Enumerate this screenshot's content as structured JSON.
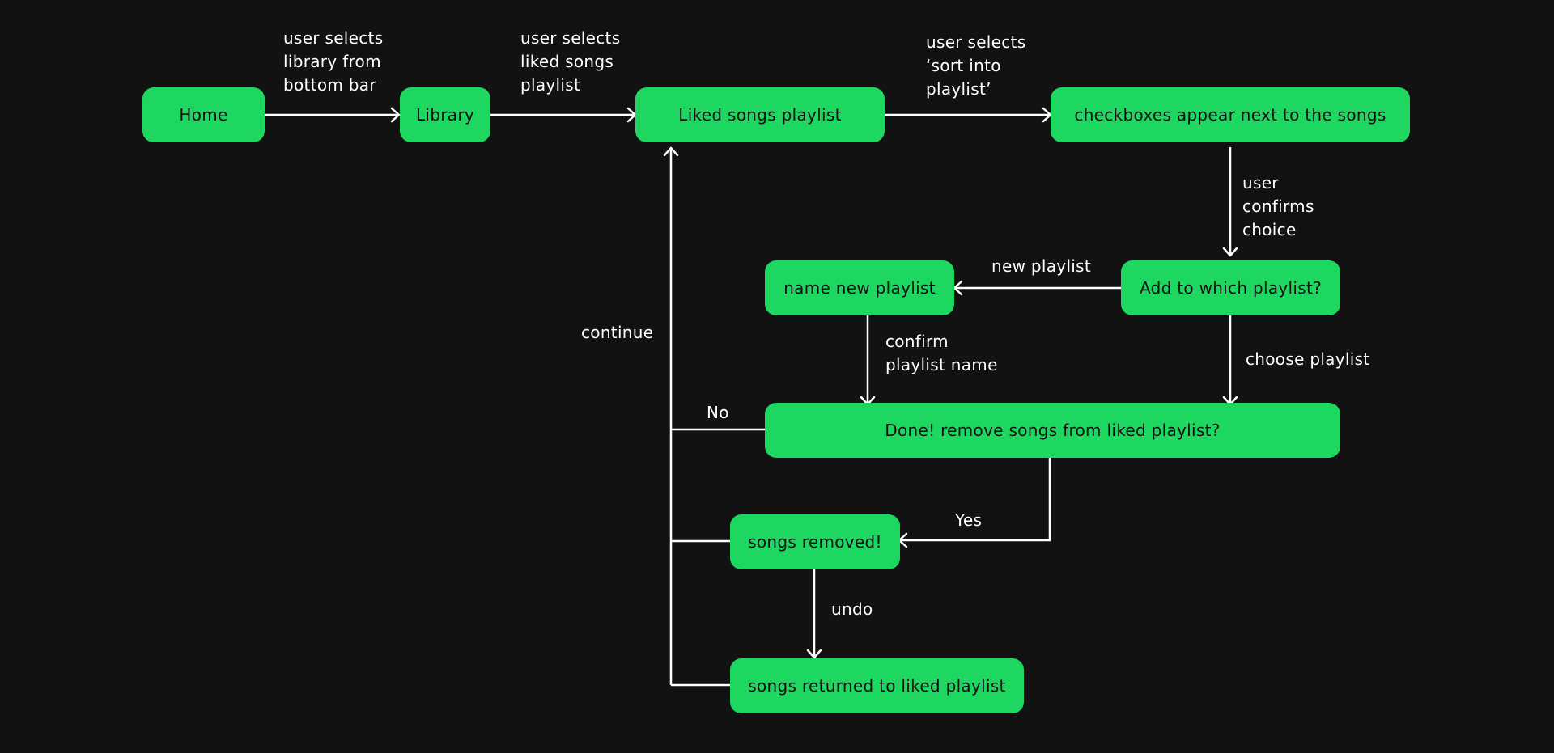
{
  "nodes": {
    "home": "Home",
    "library": "Library",
    "liked_songs": "Liked songs playlist",
    "checkboxes": "checkboxes appear next to the songs",
    "add_to_which": "Add to which playlist?",
    "name_new": "name new playlist",
    "done_remove": "Done! remove songs from liked playlist?",
    "songs_removed": "songs removed!",
    "songs_returned": "songs returned to liked playlist"
  },
  "edges": {
    "home_to_library": "user selects\nlibrary from\nbottom bar",
    "library_to_liked": "user selects\nliked songs\nplaylist",
    "liked_to_checkboxes": "user selects\n‘sort into\nplaylist’",
    "checkboxes_to_add": "user\nconfirms\nchoice",
    "add_to_new": "new playlist",
    "add_to_done": "choose playlist",
    "new_to_done": "confirm\nplaylist name",
    "continue": "continue",
    "done_no": "No",
    "done_yes": "Yes",
    "removed_undo": "undo"
  },
  "colors": {
    "background": "#121212",
    "node_fill": "#1ed760",
    "node_text": "#121212",
    "connector": "#ffffff"
  }
}
